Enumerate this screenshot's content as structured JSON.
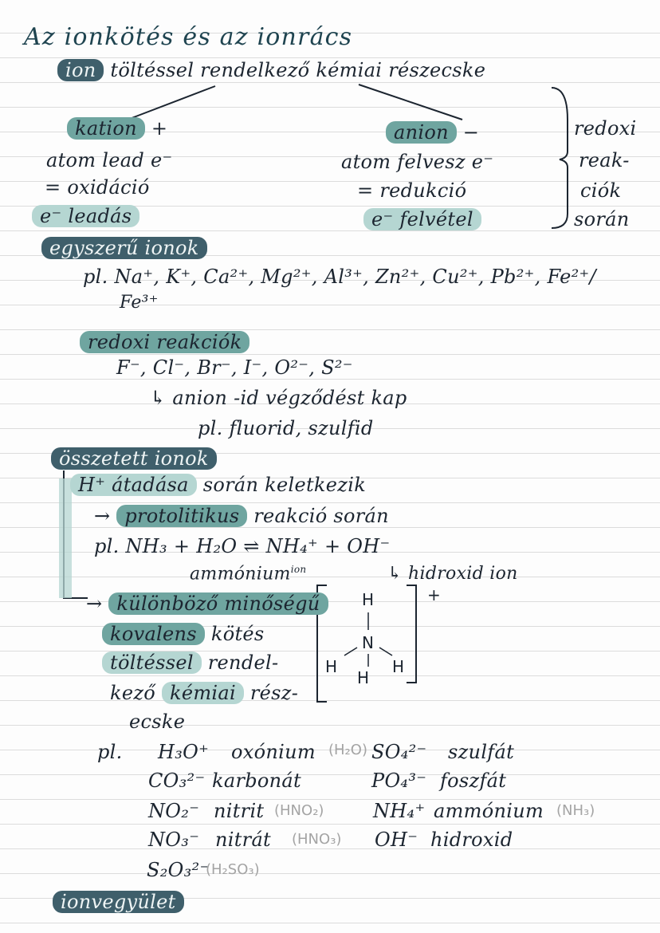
{
  "title": "Az ionkötés és az ionrács",
  "intro": {
    "term": "ion",
    "rest": "töltéssel rendelkező kémiai részecske"
  },
  "kation": {
    "label": "kation",
    "sign": "+",
    "line1": "atom lead e⁻",
    "line2": "= oxidáció",
    "line3": "e⁻ leadás"
  },
  "anion": {
    "label": "anion",
    "sign": "−",
    "line1": "atom felvesz e⁻",
    "line2": "= redukció",
    "line3": "e⁻ felvétel"
  },
  "bracket_note": [
    "redoxi",
    "reak-",
    "ciók",
    "során"
  ],
  "simple_ions": {
    "heading": "egyszerű ionok",
    "example": "pl. Na⁺, K⁺, Ca²⁺, Mg²⁺, Al³⁺, Zn²⁺, Cu²⁺, Pb²⁺, Fe²⁺/",
    "example_cont": "Fe³⁺"
  },
  "redox_section": {
    "heading": "redoxi reakciók",
    "anions": "F⁻, Cl⁻, Br⁻, I⁻, O²⁻, S²⁻",
    "note": "↳ anion -id végződést kap",
    "example": "pl. fluorid, szulfid"
  },
  "compound_ions": {
    "heading": "összetett ionok",
    "proton_transfer_highlight": "H⁺ átadása",
    "proton_transfer_rest": "során keletkezik",
    "protolytic_arrow": "→",
    "protolytic_highlight": "protolitikus",
    "protolytic_rest": "reakció során",
    "reaction": "pl. NH₃ + H₂O ⇌ NH₄⁺ + OH⁻",
    "ammonium_label": "ammónium",
    "ammonium_superscript": "ion",
    "hydroxide_label": "↳ hidroxid ion",
    "covalent_arrow": "→",
    "covalent_1": "különböző minőségű",
    "covalent_2": "kovalens",
    "covalent_2_rest": "kötés",
    "covalent_3": "töltéssel",
    "covalent_3_rest": "rendel-",
    "covalent_4_a": "kező",
    "covalent_4_b": "kémiai",
    "covalent_4_c": "rész-",
    "covalent_5": "ecske",
    "structure": {
      "top": "H",
      "center": "N",
      "left": "H",
      "right": "H",
      "bottom": "H",
      "charge": "+"
    }
  },
  "examples": {
    "prefix": "pl.",
    "rows": [
      {
        "formula": "H₃O⁺",
        "name": "oxónium",
        "source": "(H₂O)"
      },
      {
        "formula": "SO₄²⁻",
        "name": "szulfát",
        "source": ""
      },
      {
        "formula": "CO₃²⁻",
        "name": "karbonát",
        "source": ""
      },
      {
        "formula": "PO₄³⁻",
        "name": "foszfát",
        "source": ""
      },
      {
        "formula": "NO₂⁻",
        "name": "nitrit",
        "source": "(HNO₂)"
      },
      {
        "formula": "NH₄⁺",
        "name": "ammónium",
        "source": "(NH₃)"
      },
      {
        "formula": "NO₃⁻",
        "name": "nitrát",
        "source": "(HNO₃)"
      },
      {
        "formula": "OH⁻",
        "name": "hidroxid",
        "source": ""
      },
      {
        "formula": "S₂O₃²⁻",
        "name": "",
        "source": "(H₂SO₃)"
      }
    ]
  },
  "footer_heading": "ionvegyület",
  "colors": {
    "ink": "#1c2530",
    "light_highlight": "#b5d6d2",
    "medium_highlight": "#6fa5a0",
    "dark_highlight": "#3f5f6b",
    "pencil_gray": "#a4a4a4"
  }
}
